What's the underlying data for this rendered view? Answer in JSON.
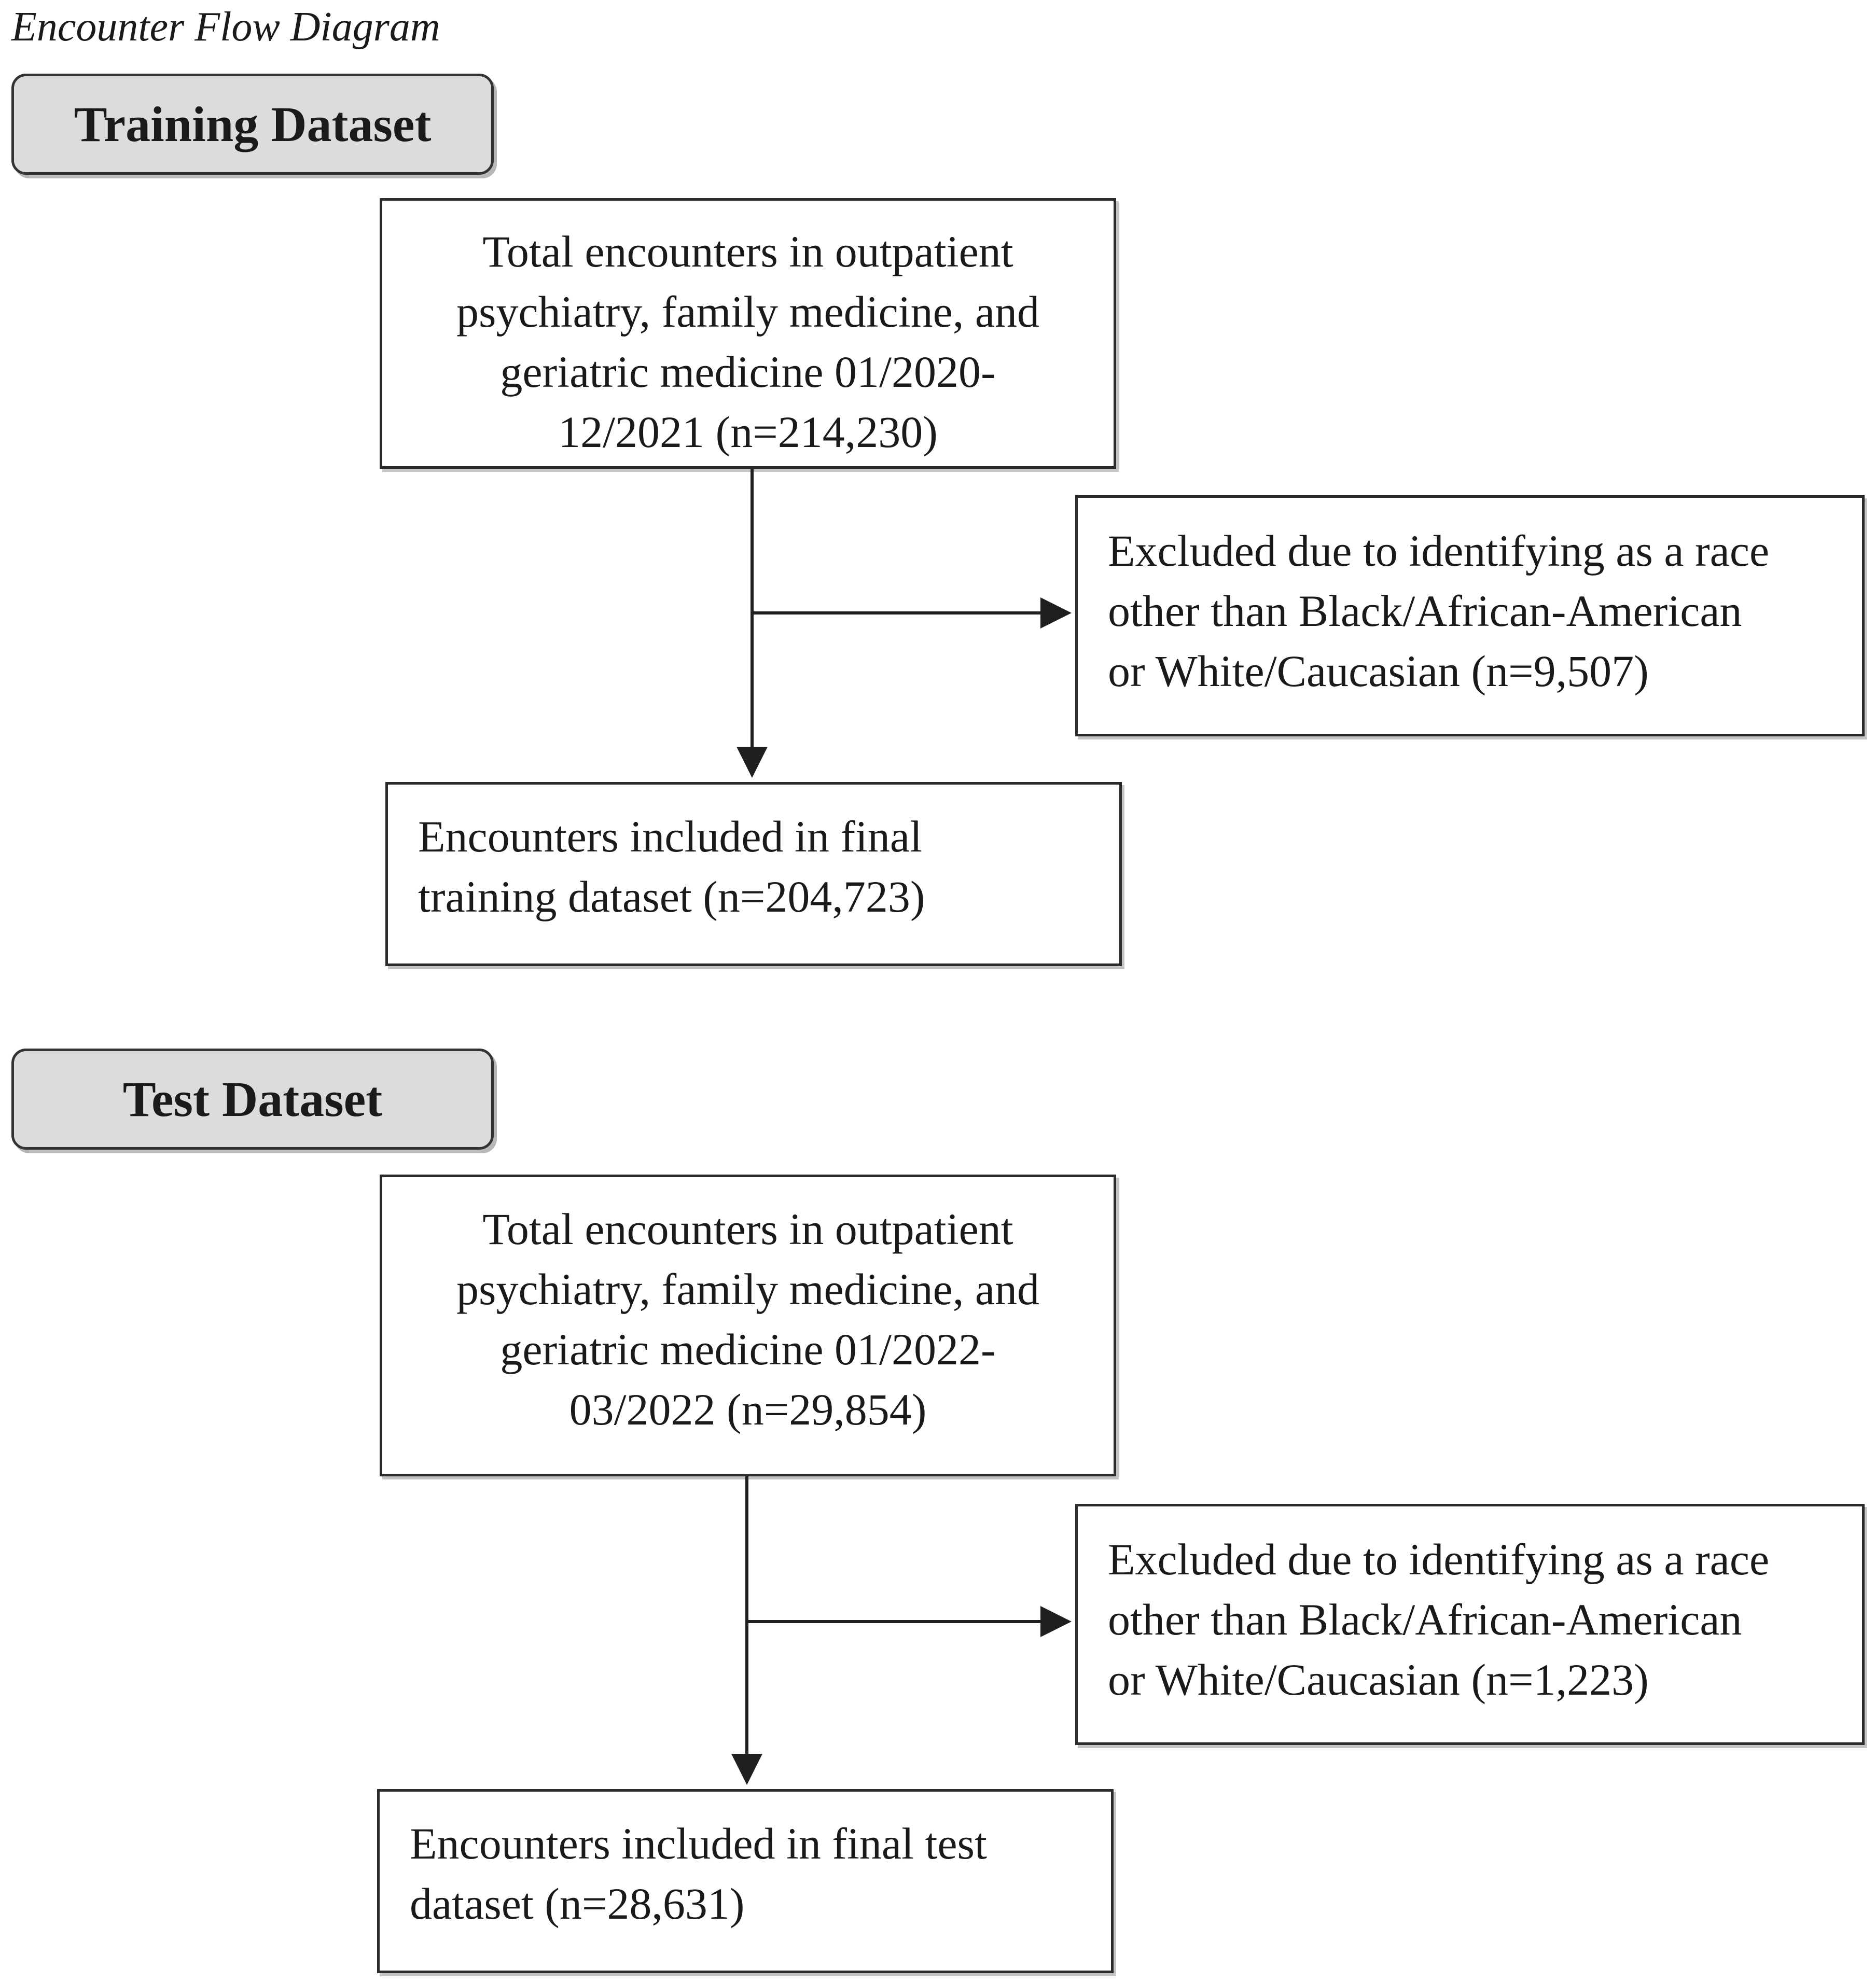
{
  "caption": "Encounter Flow Diagram",
  "training": {
    "label": "Training Dataset",
    "total_lines": [
      "Total encounters in outpatient",
      "psychiatry, family medicine, and",
      "geriatric medicine 01/2020-",
      "12/2021 (n=214,230)"
    ],
    "excluded_lines": [
      "Excluded due to identifying as a race",
      "other than Black/African-American",
      "or White/Caucasian (n=9,507)"
    ],
    "included_lines": [
      "Encounters included in final",
      "training dataset (n=204,723)"
    ]
  },
  "test": {
    "label": "Test Dataset",
    "total_lines": [
      "Total encounters in outpatient",
      "psychiatry, family medicine, and",
      "geriatric medicine 01/2022-",
      "03/2022 (n=29,854)"
    ],
    "excluded_lines": [
      "Excluded due to identifying as a race",
      "other than Black/African-American",
      "or White/Caucasian (n=1,223)"
    ],
    "included_lines": [
      "Encounters included in final test",
      "dataset (n=28,631)"
    ]
  },
  "colors": {
    "label_fill": "#dcdcdc",
    "border": "#2b2b2b",
    "text": "#1a1a1a"
  }
}
